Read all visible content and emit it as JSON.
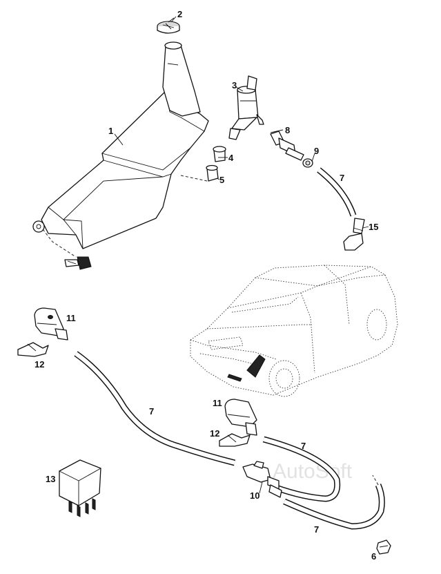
{
  "diagram": {
    "callouts": [
      {
        "id": "c1",
        "text": "1"
      },
      {
        "id": "c2",
        "text": "2"
      },
      {
        "id": "c3",
        "text": "3"
      },
      {
        "id": "c4",
        "text": "4"
      },
      {
        "id": "c5",
        "text": "5"
      },
      {
        "id": "c6",
        "text": "6"
      },
      {
        "id": "c7a",
        "text": "7"
      },
      {
        "id": "c7b",
        "text": "7"
      },
      {
        "id": "c7c",
        "text": "7"
      },
      {
        "id": "c7d",
        "text": "7"
      },
      {
        "id": "c8",
        "text": "8"
      },
      {
        "id": "c9",
        "text": "9"
      },
      {
        "id": "c10",
        "text": "10"
      },
      {
        "id": "c11a",
        "text": "11"
      },
      {
        "id": "c11b",
        "text": "11"
      },
      {
        "id": "c12a",
        "text": "12"
      },
      {
        "id": "c12b",
        "text": "12"
      },
      {
        "id": "c13",
        "text": "13"
      },
      {
        "id": "c15",
        "text": "15"
      }
    ],
    "watermark": "AutoSoft"
  }
}
